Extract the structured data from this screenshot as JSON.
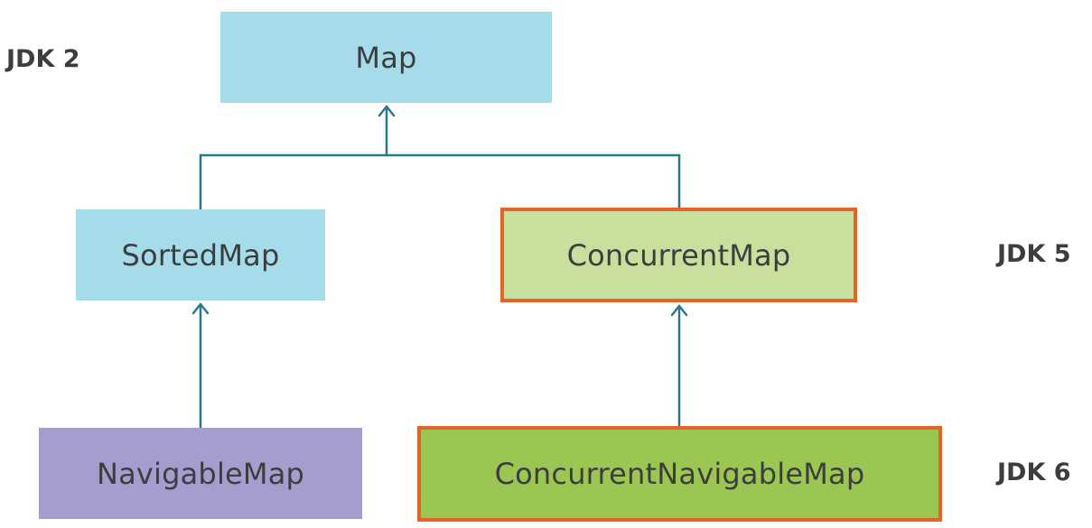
{
  "colors": {
    "line": "#2a7a8c",
    "map": "#a6dcea",
    "sorted_map": "#a6dcea",
    "concurrent_map": "#c8df9e",
    "navigable_map": "#a49ecf",
    "concurrent_navigable_map": "#9cc654",
    "highlight_border": "#e5622a",
    "text": "#3d3d3d"
  },
  "nodes": {
    "map": "Map",
    "sorted_map": "SortedMap",
    "concurrent_map": "ConcurrentMap",
    "navigable_map": "NavigableMap",
    "concurrent_navigable_map": "ConcurrentNavigableMap"
  },
  "labels": {
    "jdk2": "JDK 2",
    "jdk5": "JDK 5",
    "jdk6": "JDK 6"
  },
  "edges": [
    {
      "from": "sorted_map",
      "to": "map"
    },
    {
      "from": "concurrent_map",
      "to": "map"
    },
    {
      "from": "navigable_map",
      "to": "sorted_map"
    },
    {
      "from": "concurrent_navigable_map",
      "to": "concurrent_map"
    }
  ]
}
